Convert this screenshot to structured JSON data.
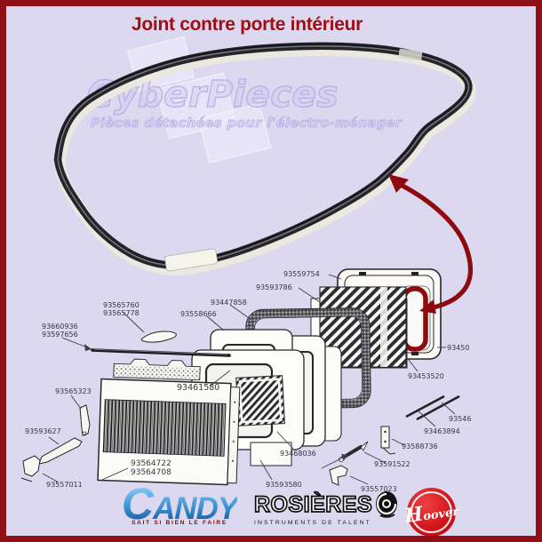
{
  "header": {
    "title": "Joint contre porte intérieur"
  },
  "watermark": {
    "brand": "CyberPieces",
    "tagline": "Pièces détachées pour l'électro-ménager"
  },
  "diagram": {
    "parts": [
      {
        "number": "93559754"
      },
      {
        "number": "93593786"
      },
      {
        "number": "93447858"
      },
      {
        "number": "93558666"
      },
      {
        "number": "93565760"
      },
      {
        "number": "93565778"
      },
      {
        "number": "93660936"
      },
      {
        "number": "93597656"
      },
      {
        "number": "93461580"
      },
      {
        "number": "93565323"
      },
      {
        "number": "93593627"
      },
      {
        "number": "93557011"
      },
      {
        "number": "93564722"
      },
      {
        "number": "93564708"
      },
      {
        "number": "93468036"
      },
      {
        "number": "93593580"
      },
      {
        "number": "93557023"
      },
      {
        "number": "93591522"
      },
      {
        "number": "93588736"
      },
      {
        "number": "93463894"
      },
      {
        "number": "93546"
      },
      {
        "number": "93453520"
      },
      {
        "number": "93450"
      }
    ]
  },
  "brands": {
    "candy": {
      "name_initial": "C",
      "name_rest": "ANDY",
      "tagline": "SAIT SI BIEN LE FAIRE"
    },
    "rosieres": {
      "name": "ROSIÈRES",
      "tagline": "INSTRUMENTS DE TALENT"
    },
    "hoover": {
      "name_initial": "H",
      "name_rest": "oover"
    }
  },
  "colors": {
    "border": "#8e1016",
    "background": "#dbd8f0",
    "title": "#a00d12",
    "arrow_accent": "#8d0a0e",
    "candy_blue": "#2d7fc3",
    "hoover_red": "#cf1217",
    "watermark": "#b6aee5"
  }
}
